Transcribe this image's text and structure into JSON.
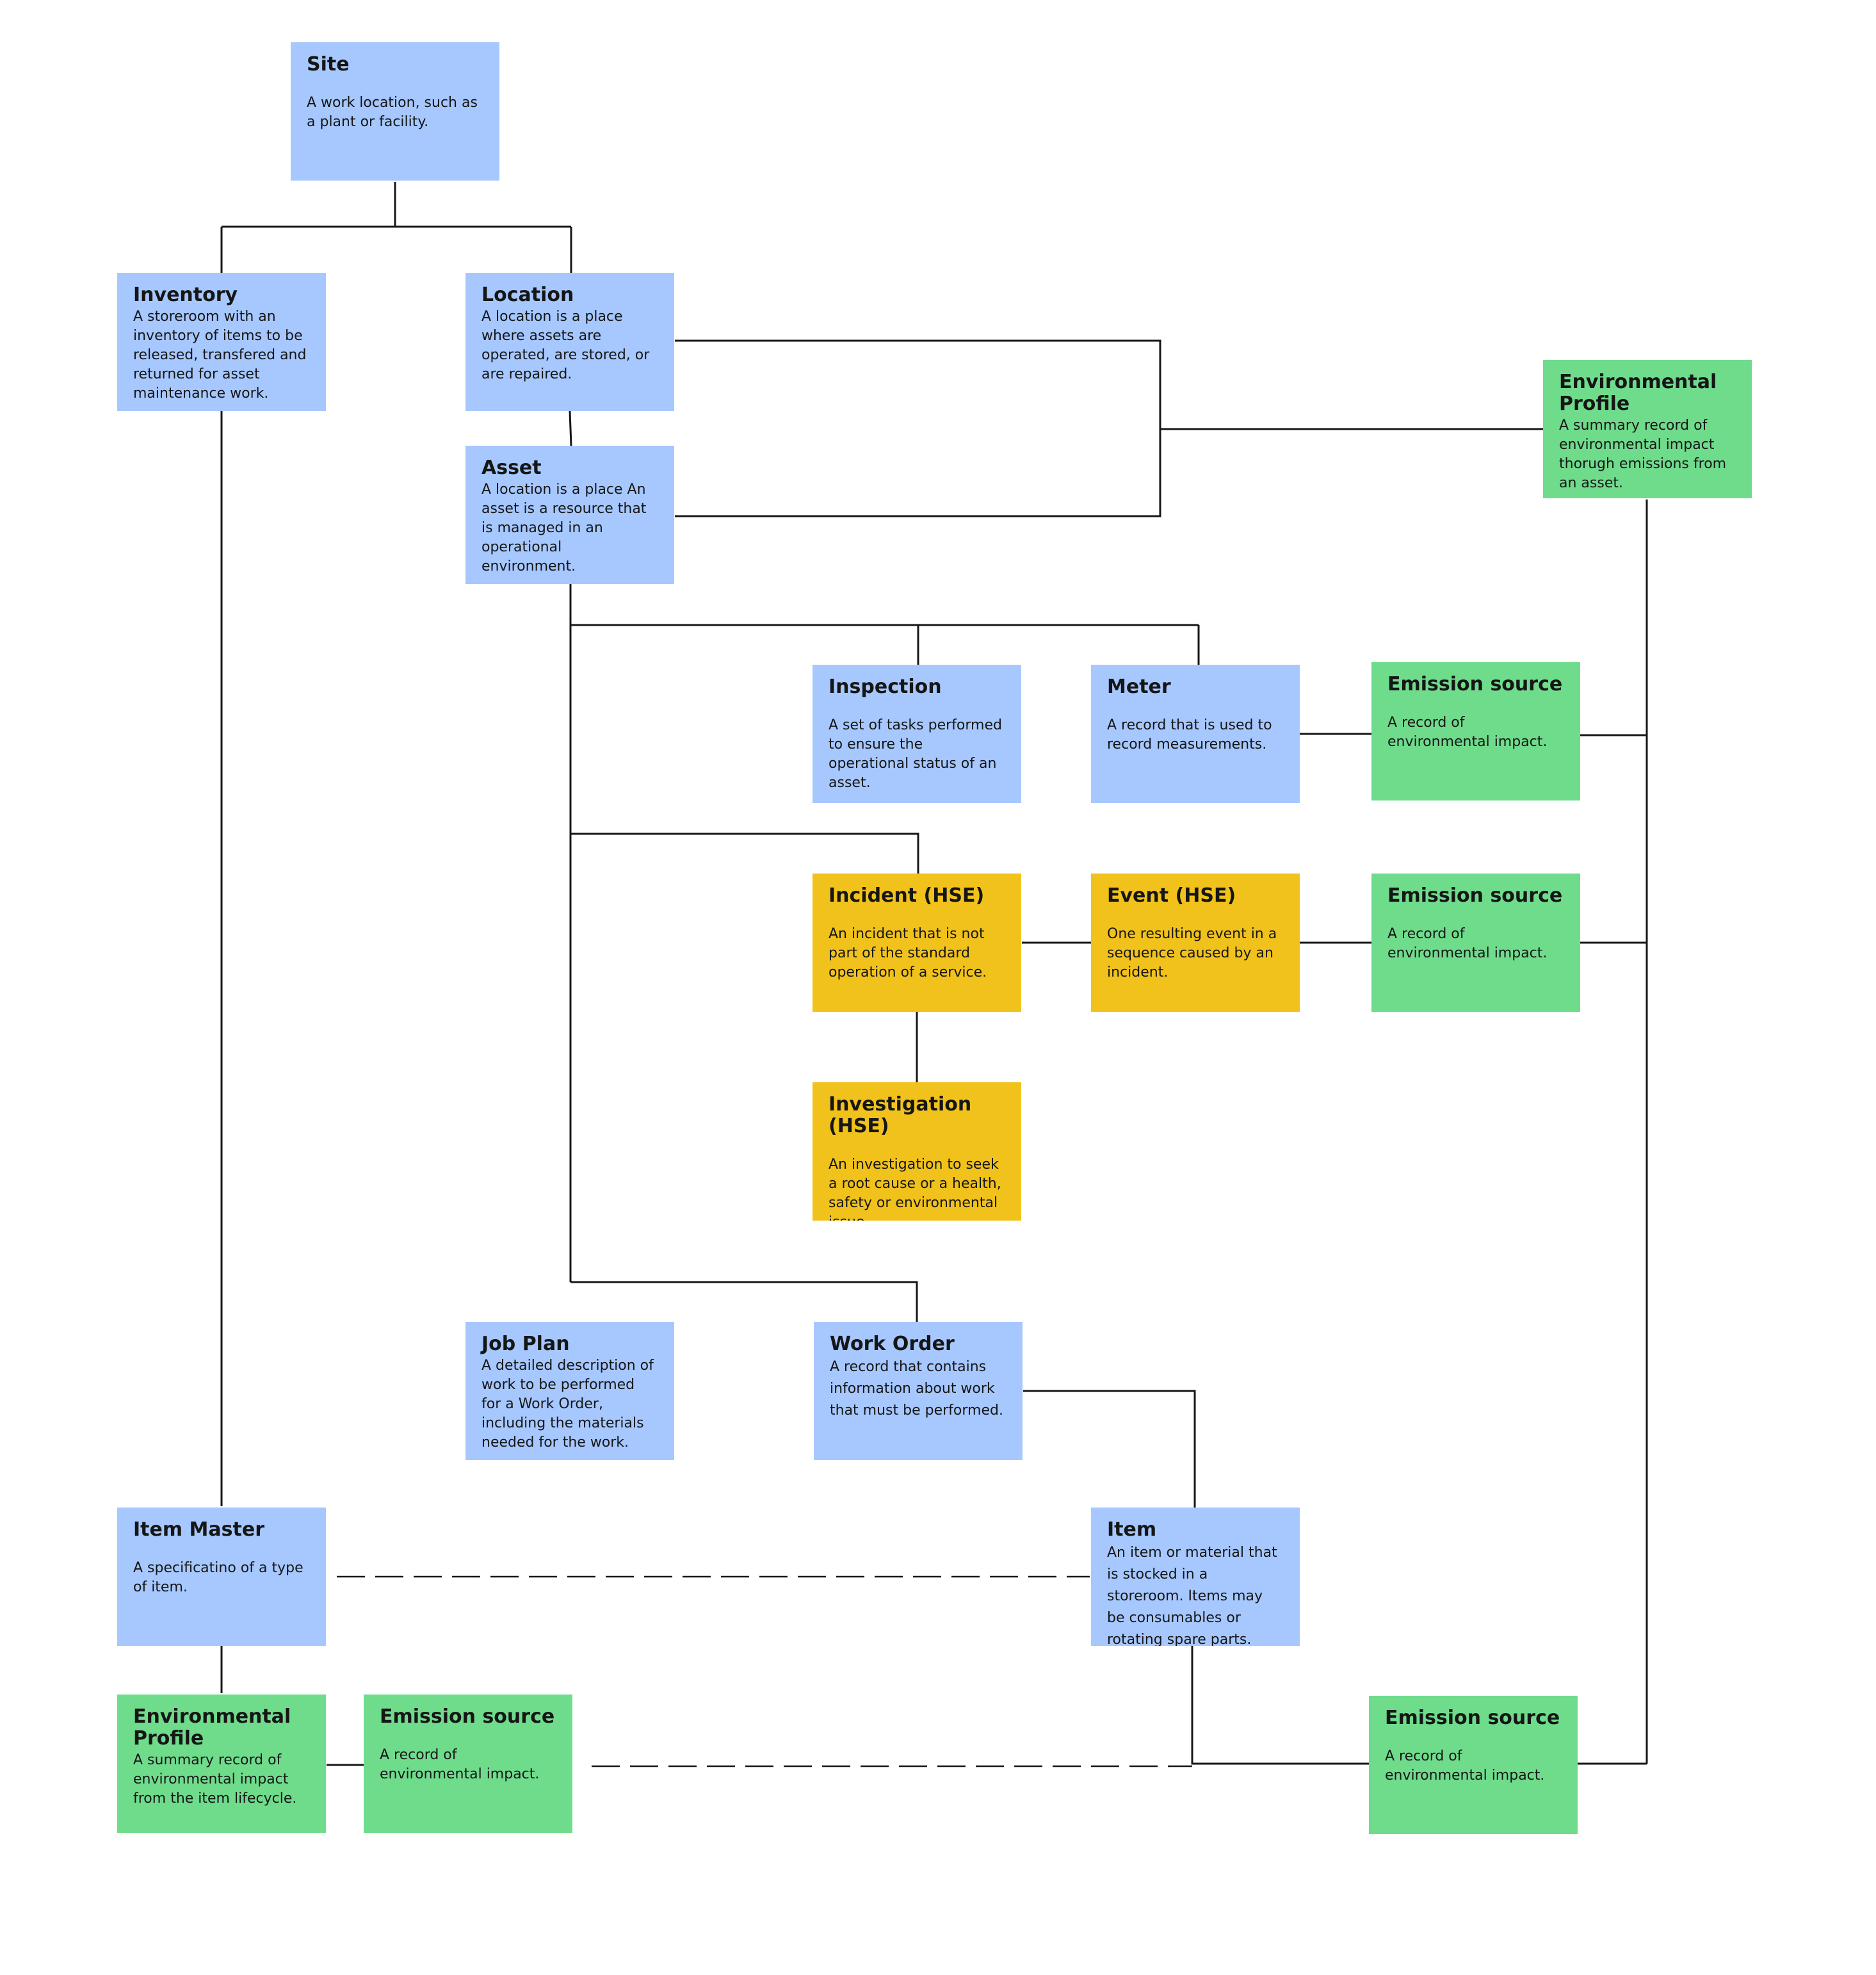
{
  "nodes": {
    "site": {
      "title": "Site",
      "desc": "A work location, such as a plant or facility."
    },
    "inventory": {
      "title": "Inventory",
      "desc": "A storeroom with an inventory of items to be released, transfered and returned for asset maintenance work."
    },
    "location": {
      "title": "Location",
      "desc": "A location is a place where assets are operated, are stored, or are repaired."
    },
    "asset": {
      "title": "Asset",
      "desc": "A location is a place An asset is a resource that is managed in an operational environment."
    },
    "env_profile_asset": {
      "title": "Environmental Profile",
      "desc": "A summary record of environmental impact thorugh emissions from an asset."
    },
    "inspection": {
      "title": "Inspection",
      "desc": "A set of tasks performed to ensure the  operational status of an asset."
    },
    "meter": {
      "title": "Meter",
      "desc": "A record that is used to record measurements."
    },
    "emission_meter": {
      "title": "Emission source",
      "desc": "A record of environmental impact."
    },
    "incident": {
      "title": "Incident (HSE)",
      "desc": "An incident that is not part of the standard operation of a service."
    },
    "event": {
      "title": "Event (HSE)",
      "desc": "One resulting event in a sequence caused by an incident."
    },
    "emission_event": {
      "title": "Emission source",
      "desc": "A record of environmental impact."
    },
    "investigation": {
      "title": "Investigation (HSE)",
      "desc": "An investigation to seek a root cause or a health, safety or environmental issue"
    },
    "job_plan": {
      "title": "Job Plan",
      "desc": "A detailed description of work to be performed for a Work Order, including the materials needed for the work."
    },
    "work_order": {
      "title": "Work Order",
      "desc": "A record that contains information about work that must be performed."
    },
    "item_master": {
      "title": "Item Master",
      "desc": "A specificatino of a type of  item."
    },
    "item": {
      "title": "Item",
      "desc": "An item or material that is stocked in a storeroom. Items may be consumables or rotating spare parts."
    },
    "env_profile_item": {
      "title": "Environmental Profile",
      "desc": "A summary record of environmental impact from the item lifecycle."
    },
    "emission_item_master": {
      "title": "Emission source",
      "desc": "A record of environmental impact."
    },
    "emission_item": {
      "title": "Emission source",
      "desc": "A record of environmental impact."
    }
  },
  "colors": {
    "asset_management": "#a6c8ff",
    "environmental": "#6fdc8c",
    "hse": "#f1c21b",
    "connector": "#161616"
  }
}
